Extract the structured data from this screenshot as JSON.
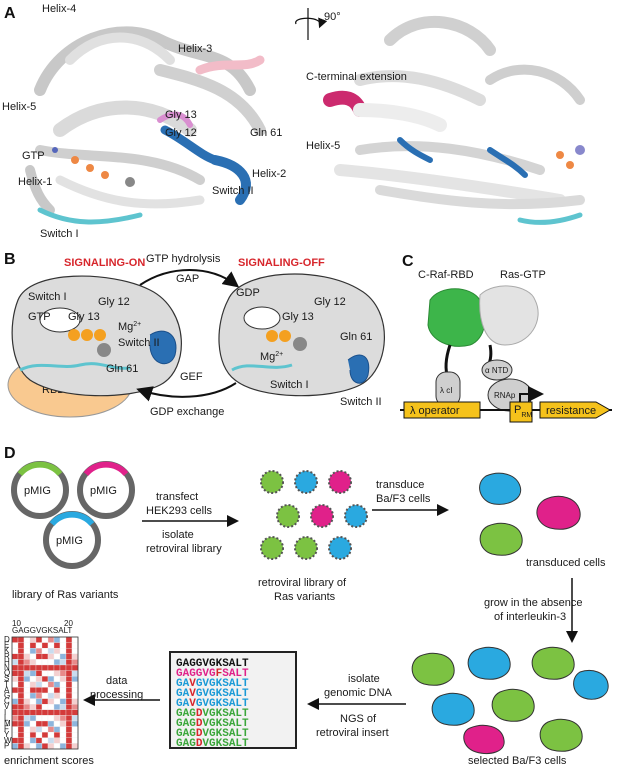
{
  "panel_a": {
    "letter": "A",
    "rotation": "90°",
    "labels": {
      "helix4": "Helix-4",
      "helix3": "Helix-3",
      "helix5": "Helix-5",
      "gly13": "Gly 13",
      "gly12": "Gly 12",
      "gln61": "Gln 61",
      "gtp": "GTP",
      "helix1": "Helix-1",
      "helix2": "Helix-2",
      "switch2": "Switch II",
      "switch1": "Switch I",
      "cterm": "C-terminal extension",
      "helix5b": "Helix-5"
    }
  },
  "panel_b": {
    "letter": "B",
    "on_title": "SIGNALING-ON",
    "off_title": "SIGNALING-OFF",
    "gtp_hydrolysis": "GTP hydrolysis",
    "gap": "GAP",
    "gef": "GEF",
    "gdp_exchange": "GDP exchange",
    "on": {
      "switch1": "Switch I",
      "gly12": "Gly 12",
      "gtp": "GTP",
      "gly13": "Gly 13",
      "mg": "Mg",
      "mg_sup": "2+",
      "switch2": "Switch II",
      "gln61": "Gln 61",
      "rbd": "RBD effector"
    },
    "off": {
      "gdp": "GDP",
      "gly12": "Gly 12",
      "gly13": "Gly 13",
      "gln61": "Gln 61",
      "mg": "Mg",
      "mg_sup": "2+",
      "switch1": "Switch I",
      "switch2": "Switch II"
    }
  },
  "panel_c": {
    "letter": "C",
    "craf": "C-Raf-RBD",
    "rasgtp": "Ras-GTP",
    "lambda_ci": "λ cI",
    "alpha_ntd": "α NTD",
    "rnap": "RNAp",
    "operator": "λ operator",
    "prm_p": "P",
    "prm_sub": "RM",
    "resistance": "resistance"
  },
  "panel_d": {
    "letter": "D",
    "plasmid": "pMIG",
    "library_variants": "library of Ras variants",
    "transfect": "transfect",
    "hek": "HEK293 cells",
    "isolate": "isolate",
    "retro_library": "retroviral library",
    "retro_caption_1": "retroviral library of",
    "retro_caption_2": "Ras variants",
    "transduce": "transduce",
    "baf3": "Ba/F3 cells",
    "transduced_cells": "transduced cells",
    "grow_1": "grow in the absence",
    "grow_2": "of interleukin-3",
    "selected_cells": "selected Ba/F3 cells",
    "isolate_genomic": "isolate",
    "genomic_dna": "genomic DNA",
    "ngs_1": "NGS of",
    "ngs_2": "retroviral insert",
    "data": "data",
    "processing": "processing",
    "enrichment": "enrichment scores",
    "heat_top": "10",
    "heat_top2": "20",
    "heat_seq": "GAGGVGKSALT",
    "heat_rows": "DEKRHNQSTAGCVILMFYWP",
    "reads": [
      {
        "a": "GAGG",
        "m": "",
        "b": "VGKSALT",
        "color": "#111111"
      },
      {
        "a": "GAGGVG",
        "m": "F",
        "b": "SALT",
        "color": "#e0218a"
      },
      {
        "a": "GA",
        "m": "V",
        "b": "GVGKSALT",
        "color": "#1a9ad6"
      },
      {
        "a": "GA",
        "m": "V",
        "b": "GVGKSALT",
        "color": "#1a9ad6"
      },
      {
        "a": "GA",
        "m": "V",
        "b": "GVGKSALT",
        "color": "#1a9ad6"
      },
      {
        "a": "GAG",
        "m": "D",
        "b": "VGKSALT",
        "color": "#3aa63a"
      },
      {
        "a": "GAG",
        "m": "D",
        "b": "VGKSALT",
        "color": "#3aa63a"
      },
      {
        "a": "GAG",
        "m": "D",
        "b": "VGKSALT",
        "color": "#3aa63a"
      },
      {
        "a": "GAG",
        "m": "D",
        "b": "VGKSALT",
        "color": "#3aa63a"
      }
    ]
  },
  "colors": {
    "switch2_blue": "#2a6fb3",
    "switch1_cyan": "#5ec4cf",
    "cterm_pink": "#cc2a6e",
    "signal_red": "#d7262c",
    "rbd_orange": "#f9c990",
    "raf_green": "#3db54a",
    "cell_blue": "#2aa9e0",
    "cell_magenta": "#e0218a",
    "cell_green": "#7cc242",
    "box_yellow": "#f5c21b"
  }
}
